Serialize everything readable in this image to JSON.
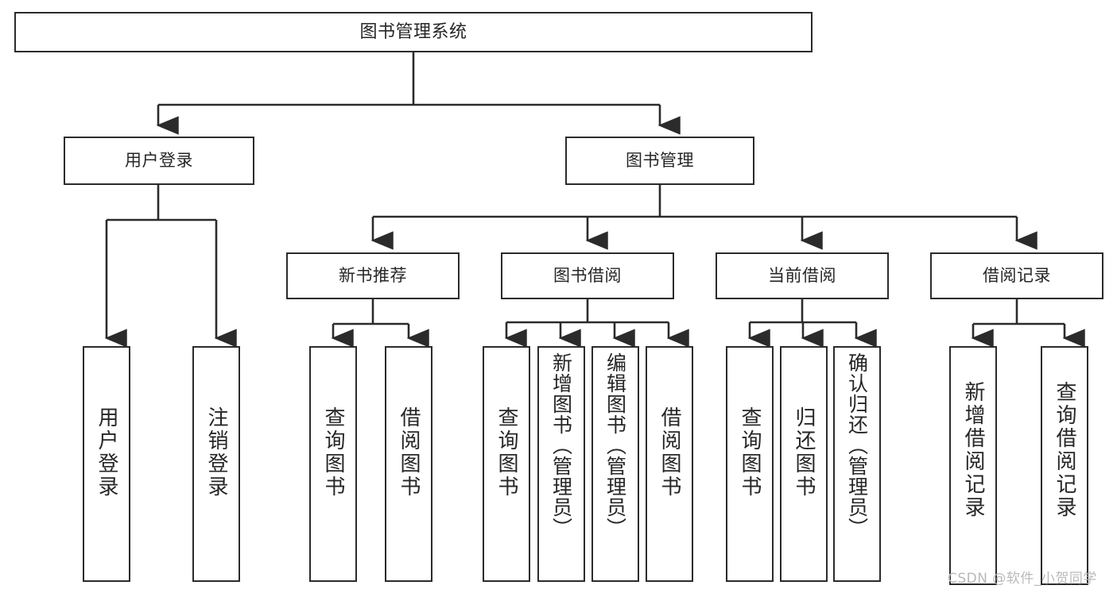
{
  "diagram": {
    "title": "图书管理系统",
    "type": "tree-hierarchy-diagram",
    "colors": {
      "node_border": "#2b2b2b",
      "node_fill": "#ffffff",
      "edge": "#2b2b2b",
      "text": "#262626",
      "watermark": "#b9b9b9",
      "background": "#ffffff"
    },
    "watermark": "CSDN @软件_小贺同学"
  },
  "nodes": {
    "root": {
      "label": "图书管理系统"
    },
    "level1": [
      {
        "label": "用户登录"
      },
      {
        "label": "图书管理"
      }
    ],
    "level2": [
      {
        "label": "新书推荐"
      },
      {
        "label": "图书借阅"
      },
      {
        "label": "当前借阅"
      },
      {
        "label": "借阅记录"
      }
    ],
    "leaves": {
      "user_login": [
        {
          "label": "用户登录"
        },
        {
          "label": "注销登录"
        }
      ],
      "new_book_recommend": [
        {
          "label": "查询图书"
        },
        {
          "label": "借阅图书"
        }
      ],
      "book_borrow": [
        {
          "label": "查询图书"
        },
        {
          "label": "新增图书（管理员）"
        },
        {
          "label": "编辑图书（管理员）"
        },
        {
          "label": "借阅图书"
        }
      ],
      "current_borrow": [
        {
          "label": "查询图书"
        },
        {
          "label": "归还图书"
        },
        {
          "label": "确认归还（管理员）"
        }
      ],
      "borrow_record": [
        {
          "label": "新增借阅记录"
        },
        {
          "label": "查询借阅记录"
        }
      ]
    }
  },
  "tree_data": {
    "name": "图书管理系统",
    "children": [
      {
        "name": "用户登录",
        "children": [
          {
            "name": "用户登录"
          },
          {
            "name": "注销登录"
          }
        ]
      },
      {
        "name": "图书管理",
        "children": [
          {
            "name": "新书推荐",
            "children": [
              {
                "name": "查询图书"
              },
              {
                "name": "借阅图书"
              }
            ]
          },
          {
            "name": "图书借阅",
            "children": [
              {
                "name": "查询图书"
              },
              {
                "name": "新增图书（管理员）"
              },
              {
                "name": "编辑图书（管理员）"
              },
              {
                "name": "借阅图书"
              }
            ]
          },
          {
            "name": "当前借阅",
            "children": [
              {
                "name": "查询图书"
              },
              {
                "name": "归还图书"
              },
              {
                "name": "确认归还（管理员）"
              }
            ]
          },
          {
            "name": "借阅记录",
            "children": [
              {
                "name": "新增借阅记录"
              },
              {
                "name": "查询借阅记录"
              }
            ]
          }
        ]
      }
    ]
  }
}
